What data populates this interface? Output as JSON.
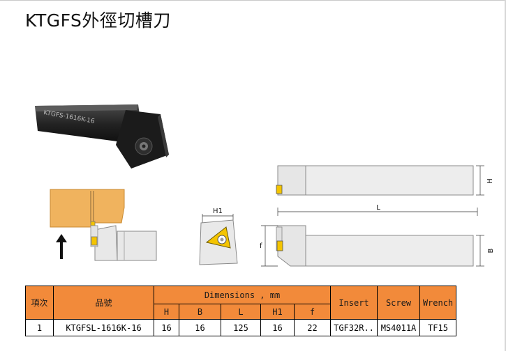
{
  "title": "KTGFS外徑切槽刀",
  "colors": {
    "header_bg": "#f28a3a",
    "holder_body": "#e6e6e6",
    "insert_yellow": "#f4c400",
    "workpiece_orange": "#f0b35e",
    "tool_black": "#1e1e1e"
  },
  "diagram": {
    "dim_h": "H",
    "dim_b": "B",
    "dim_l": "L",
    "dim_h1": "H1",
    "dim_f": "f",
    "arrow_icon": "up-arrow-icon"
  },
  "table": {
    "headers": {
      "item_no": "項次",
      "part_no": "品號",
      "dimensions": "Dimensions , mm",
      "insert": "Insert",
      "screw": "Screw",
      "wrench": "Wrench"
    },
    "sub_headers": [
      "H",
      "B",
      "L",
      "H1",
      "f"
    ],
    "rows": [
      {
        "item_no": "1",
        "part_no": "KTGFSL-1616K-16",
        "H": "16",
        "B": "16",
        "L": "125",
        "H1": "16",
        "f": "22",
        "insert": "TGF32R..",
        "screw": "MS4011A",
        "wrench": "TF15"
      }
    ]
  }
}
